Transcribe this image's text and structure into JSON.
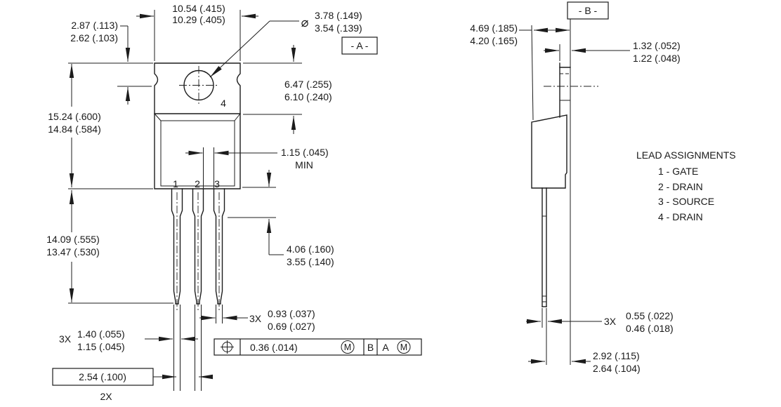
{
  "drawing": {
    "front_view": {
      "pad_label": "4",
      "lead_labels": [
        "1",
        "2",
        "3"
      ],
      "datum_a": "- A -",
      "dim_tab_width": {
        "line1": "10.54 (.415)",
        "line2": "10.29 (.405)"
      },
      "dim_hole_offset": {
        "line1": "2.87 (.113)",
        "line2": "2.62 (.103)"
      },
      "dim_hole_dia": {
        "symbol": "⌀",
        "line1": "3.78 (.149)",
        "line2": "3.54 (.139)"
      },
      "dim_tab_height": {
        "line1": "6.47 (.255)",
        "line2": "6.10 (.240)"
      },
      "dim_overall_height": {
        "line1": "15.24 (.600)",
        "line2": "14.84 (.584)"
      },
      "dim_lead_length": {
        "line1": "14.09 (.555)",
        "line2": "13.47 (.530)"
      },
      "dim_lead_gap": {
        "line1": "1.15 (.045)",
        "line2": "MIN"
      },
      "dim_shoulder_length": {
        "line1": "4.06 (.160)",
        "line2": "3.55 (.140)"
      },
      "dim_lead_width_narrow": {
        "qty": "3X",
        "line1": "0.93 (.037)",
        "line2": "0.69 (.027)"
      },
      "dim_lead_width_wide": {
        "qty": "3X",
        "line1": "1.40 (.055)",
        "line2": "1.15 (.045)"
      },
      "dim_lead_pitch": {
        "value": "2.54 (.100)",
        "qty": "2X"
      },
      "tolerance_frame": {
        "symbol": "⌖",
        "tolerance": "0.36  (.014)",
        "modifier1": "M",
        "datum_ref1": "B",
        "datum_ref2": "A",
        "modifier2": "M"
      }
    },
    "side_view": {
      "datum_b": "- B -",
      "dim_body_depth": {
        "line1": "4.69 (.185)",
        "line2": "4.20 (.165)"
      },
      "dim_tab_thickness": {
        "line1": "1.32 (.052)",
        "line2": "1.22 (.048)"
      },
      "dim_lead_thickness": {
        "qty": "3X",
        "line1": "0.55 (.022)",
        "line2": "0.46 (.018)"
      },
      "dim_standoff": {
        "line1": "2.92 (.115)",
        "line2": "2.64 (.104)"
      }
    },
    "lead_assignments": {
      "title": "LEAD ASSIGNMENTS",
      "items": [
        "1 - GATE",
        "2 - DRAIN",
        "3 - SOURCE",
        "4 - DRAIN"
      ]
    }
  }
}
